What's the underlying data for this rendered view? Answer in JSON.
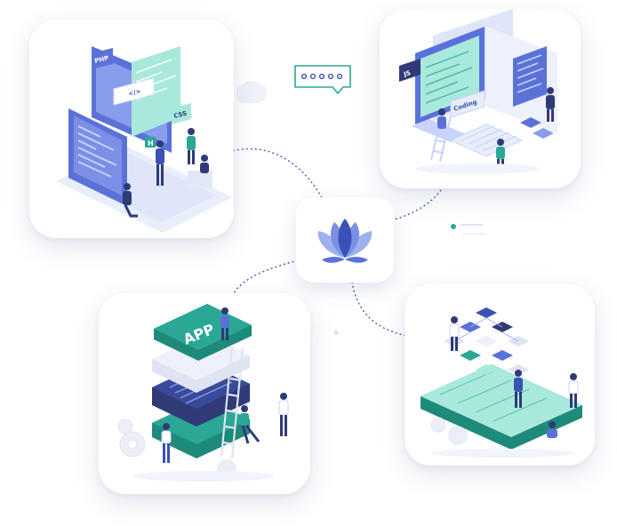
{
  "illustration": {
    "web_card": {
      "php_tag": "PHP",
      "css_tag": "CSS",
      "code_tag": "</>",
      "html_tag": "H"
    },
    "coding_card": {
      "js_tag": "JS",
      "coding_tag": "Coding"
    },
    "app_card": {
      "app_tag": "APP"
    },
    "colors": {
      "primary_blue": "#5a72d8",
      "light_blue": "#9fb0f0",
      "teal": "#2aa795",
      "mint": "#a9e9dc",
      "navy": "#2f3a77",
      "connector": "#3a52b5"
    }
  }
}
